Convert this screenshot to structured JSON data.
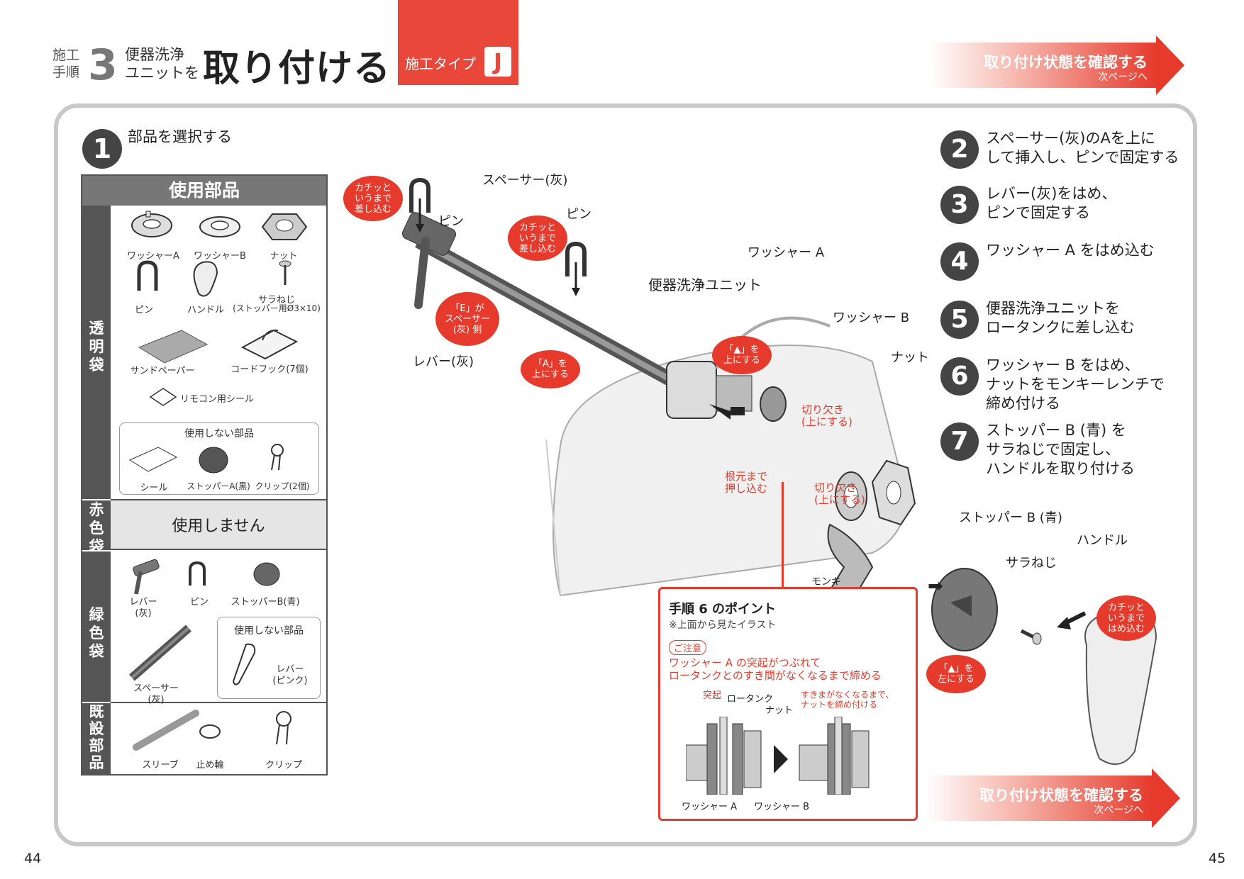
{
  "header": {
    "step_word_1": "施工",
    "step_word_2": "手順",
    "step_number": "3",
    "subtitle_1": "便器洗浄",
    "subtitle_2": "ユニットを",
    "title": "取り付ける",
    "type_label": "施工タイプ",
    "type_letter": "J"
  },
  "nav_top": {
    "label": "取り付け状態を確認する",
    "sub": "次ページへ"
  },
  "nav_bottom": {
    "label": "取り付け状態を確認する",
    "sub": "次ページへ"
  },
  "step1": {
    "number": "1",
    "text": "部品を選択する"
  },
  "parts_table": {
    "title": "使用部品",
    "sections": {
      "clear": "透明袋",
      "red": "赤色袋",
      "green": "緑色袋",
      "existing": "既設部品"
    },
    "clear_parts": [
      "ワッシャーA",
      "ワッシャーB",
      "ナット",
      "ピン",
      "ハンドル",
      "サラねじ",
      "(ストッパー用Ø3×10)",
      "サンドペーパー",
      "コードフック(7個)",
      "リモコン用シール"
    ],
    "clear_unused_title": "使用しない部品",
    "clear_unused": [
      "シール",
      "ストッパーA(黒)",
      "クリップ(2個)"
    ],
    "red_text": "使用しません",
    "green_parts": [
      "レバー",
      "(灰)",
      "ピン",
      "ストッパーB(青)",
      "スペーサー",
      "(灰)"
    ],
    "green_unused_title": "使用しない部品",
    "green_unused": [
      "レバー",
      "(ピンク)"
    ],
    "existing_parts": [
      "スリーブ",
      "止め輪",
      "クリップ"
    ]
  },
  "steps": [
    {
      "number": "2",
      "text": [
        "スペーサー(灰)のAを上に",
        "して挿入し、ピンで固定する"
      ]
    },
    {
      "number": "3",
      "text": [
        "レバー(灰)をはめ、",
        "ピンで固定する"
      ]
    },
    {
      "number": "4",
      "text": [
        "ワッシャー A をはめ込む"
      ]
    },
    {
      "number": "5",
      "text": [
        "便器洗浄ユニットを",
        "ロータンクに差し込む"
      ]
    },
    {
      "number": "6",
      "text": [
        "ワッシャー B をはめ、",
        "ナットをモンキーレンチで",
        "締め付ける"
      ]
    },
    {
      "number": "7",
      "text": [
        "ストッパー B (青) を",
        "サラねじで固定し、",
        "ハンドルを取り付ける"
      ]
    }
  ],
  "diagram": {
    "spacer": "スペーサー(灰)",
    "pin1": "ピン",
    "pin2": "ピン",
    "lever": "レバー(灰)",
    "washer_a": "ワッシャー A",
    "unit": "便器洗浄ユニット",
    "washer_b": "ワッシャー B",
    "nut": "ナット",
    "stopper_b": "ストッパー B (青)",
    "handle": "ハンドル",
    "screw": "サラねじ",
    "monkey": "モンキーレンチ",
    "bubble_click1": "カチッと\nいうまで\n差し込む",
    "bubble_click2": "カチッと\nいうまで\n差し込む",
    "bubble_e": "「E」が\nスペーサー\n(灰) 側",
    "bubble_a": "「A」を\n上にする",
    "bubble_tri_up": "「▲」を\n上にする",
    "bubble_click3": "カチッと\nいうまで\nはめ込む",
    "bubble_tri_left": "「▲」を\n左にする",
    "notch1": "切り欠き\n(上にする)",
    "notch2": "切り欠き\n(上にする)",
    "push": "根元まで\n押し込む"
  },
  "point_box": {
    "title": "手順 6 のポイント",
    "note": "※上面から見たイラスト",
    "caution": "ご注意",
    "caution_text_1": "ワッシャー A の突起がつぶれて",
    "caution_text_2": "ロータンクとのすき間がなくなるまで締める",
    "lbl_protrusion": "突起",
    "lbl_tank": "ロータンク",
    "lbl_nut": "ナット",
    "lbl_gap": "すきまがなくなるまで、\nナットを締め付ける",
    "lbl_wa": "ワッシャー A",
    "lbl_wb": "ワッシャー B"
  },
  "page_left": "44",
  "page_right": "45"
}
